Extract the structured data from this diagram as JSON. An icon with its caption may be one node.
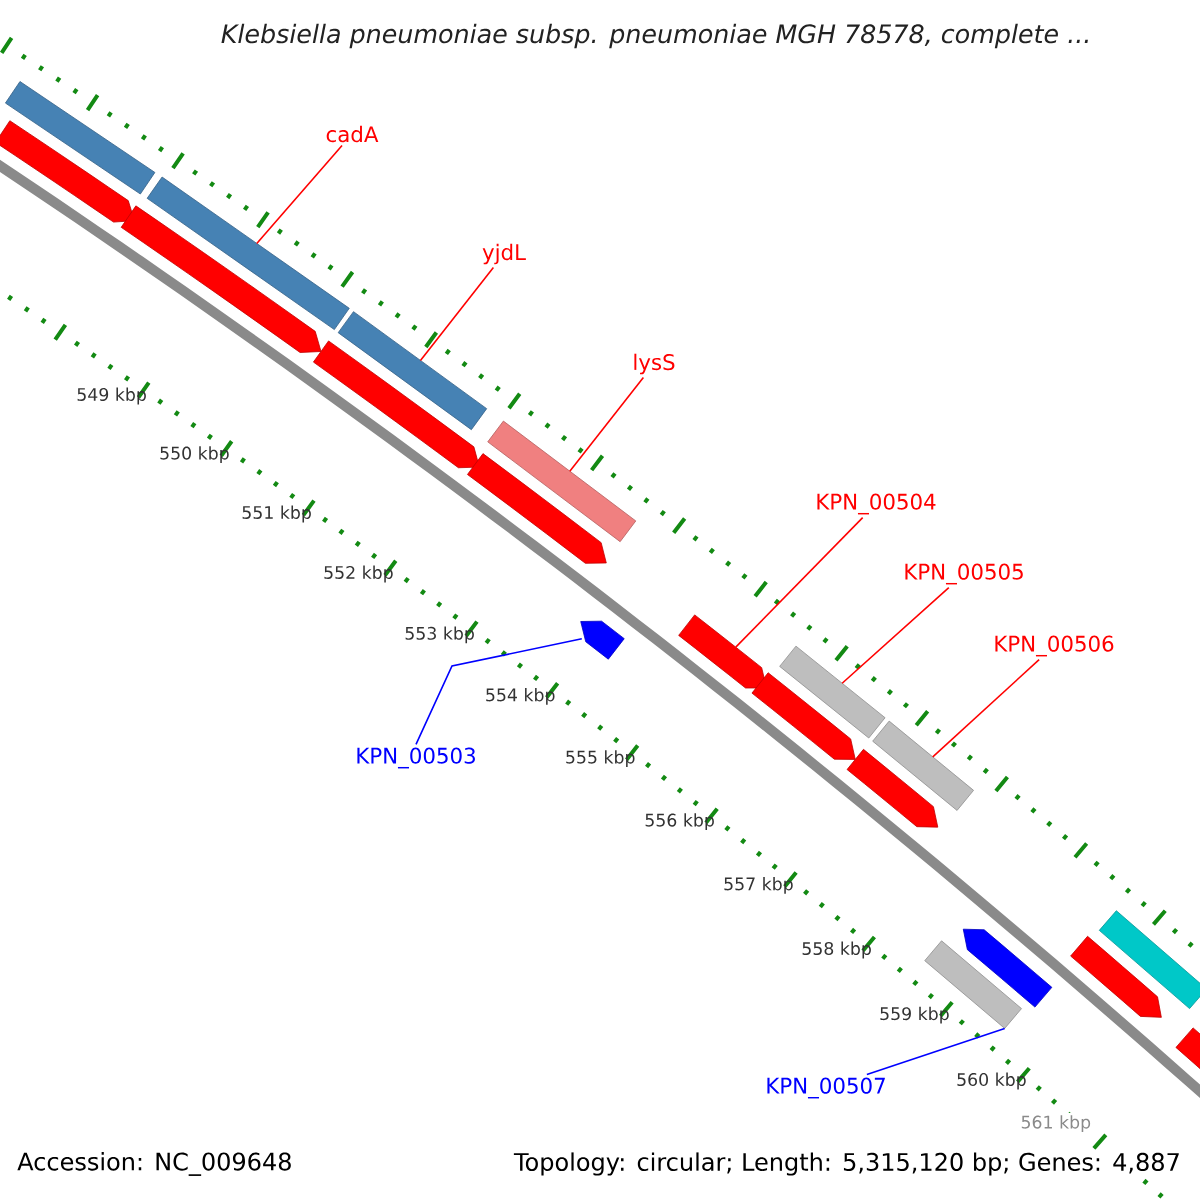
{
  "diagram": {
    "title": "Klebsiella pneumoniae subsp. pneumoniae MGH 78578, complete ...",
    "nodes": [
      {
        "text": [
          "cadA"
        ]
      },
      {
        "text": [
          "yjdL"
        ]
      },
      {
        "text": [
          "lysS"
        ]
      },
      {
        "text": [
          "KPN_00504"
        ]
      },
      {
        "text": [
          "KPN_00505"
        ]
      },
      {
        "text": [
          "KPN_00506"
        ]
      },
      {
        "text": [
          "KPN_00503"
        ]
      },
      {
        "text": [
          "KPN_00507"
        ]
      },
      {
        "text": [],
        "shape": "pentagon"
      },
      {
        "text": [],
        "shape": "bar"
      },
      {
        "text": [],
        "shape": "pentagon"
      },
      {
        "text": [],
        "shape": "bar"
      },
      {
        "text": [],
        "shape": "pentagon"
      },
      {
        "text": [],
        "shape": "bar"
      },
      {
        "text": [],
        "shape": "pentagon"
      },
      {
        "text": [],
        "shape": "bar"
      },
      {
        "text": [],
        "shape": "pentagon"
      },
      {
        "text": [],
        "shape": "pentagon"
      },
      {
        "text": [],
        "shape": "pentagon"
      },
      {
        "text": [],
        "shape": "bar"
      },
      {
        "text": [],
        "shape": "pentagon"
      },
      {
        "text": [],
        "shape": "bar"
      },
      {
        "text": [],
        "shape": "bar"
      },
      {
        "text": [],
        "shape": "pentagon"
      },
      {
        "text": [],
        "shape": "pentagon"
      },
      {
        "text": [],
        "shape": "bar"
      },
      {
        "text": [],
        "shape": "pentagon"
      }
    ],
    "edges": [
      {
        "from": 0,
        "to": 11,
        "arrow": "none"
      },
      {
        "from": 1,
        "to": 13,
        "arrow": "none"
      },
      {
        "from": 2,
        "to": 15,
        "arrow": "none"
      },
      {
        "from": 3,
        "to": 17,
        "arrow": "none"
      },
      {
        "from": 4,
        "to": 19,
        "arrow": "none"
      },
      {
        "from": 5,
        "to": 21,
        "arrow": "none"
      },
      {
        "from": 6,
        "to": 16,
        "arrow": "none",
        "color": "#0000ff"
      },
      {
        "from": 7,
        "to": 22,
        "arrow": "none",
        "color": "#0000ff"
      }
    ],
    "labels": [
      "549 kbp",
      "550 kbp",
      "551 kbp",
      "552 kbp",
      "553 kbp",
      "554 kbp",
      "555 kbp",
      "556 kbp",
      "557 kbp",
      "558 kbp",
      "559 kbp",
      "560 kbp",
      "561 kbp",
      "Accession: NC_009648",
      "Topology: circular; Length: 5,315,120 bp; Genes: 4,887"
    ]
  }
}
